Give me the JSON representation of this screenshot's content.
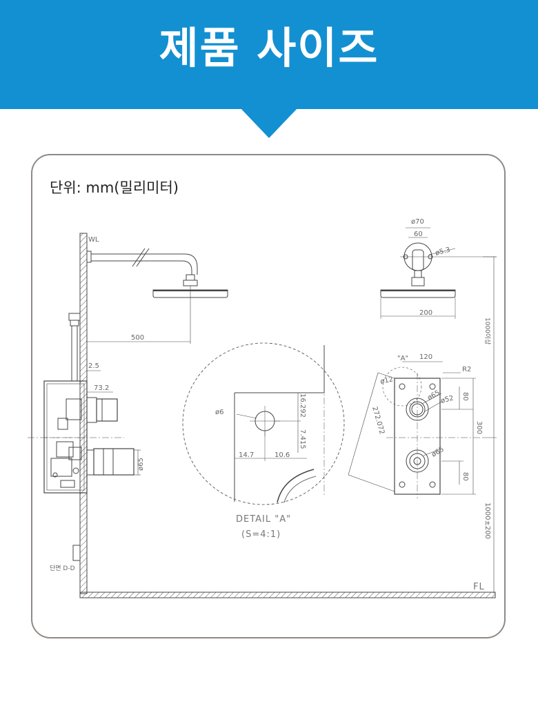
{
  "header": {
    "title": "제품 사이즈"
  },
  "unit_label": "단위: mm(밀리미터)",
  "colors": {
    "banner": "#1390d1",
    "panel_border": "#8e8985",
    "line": "#444444"
  },
  "labels": {
    "wl": "WL",
    "fl": "FL",
    "arm_length": "500",
    "d_2_5": "2.5",
    "d_73_2": "73.2",
    "d_o65_side": "ø65",
    "section": "단면 D-D",
    "d_o70": "ø70",
    "d_60": "60",
    "d_o5_3": "ø5.3",
    "head_width": "200",
    "height_1000": "1000이상",
    "detail_ref": "\"A\"",
    "d_120": "120",
    "r2": "R2",
    "d_o12": "ø12",
    "d_o65_a": "ø65",
    "d_o52": "ø52",
    "d_80_top": "80",
    "d_300": "300",
    "d_272": "272.072",
    "d_o65_b": "ø65",
    "d_80_bottom": "80",
    "install_height": "1000±200",
    "d_o6": "ø6",
    "d_16_292": "16.292",
    "d_7_415": "7.415",
    "d_14_7": "14.7",
    "d_10_6": "10.6",
    "detail_title": "DETAIL \"A\"",
    "detail_scale": "(S=4:1)"
  }
}
